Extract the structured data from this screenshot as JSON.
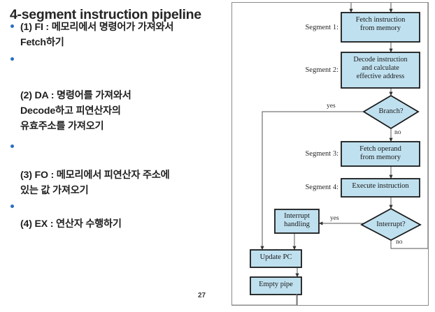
{
  "slide": {
    "title": "4-segment instruction pipeline",
    "page_number": "27",
    "accent_color": "#2b6fc4",
    "bullets": [
      {
        "lines": [
          "(1) FI : 메모리에서 명령어가 가져와서",
          "Fetch하기"
        ]
      },
      {
        "lines": [
          "(2) DA : 명령어를 가져와서",
          "Decode하고 피연산자의",
          "유효주소를 가져오기"
        ]
      },
      {
        "lines": [
          "(3) FO : 메모리에서 피연산자 주소에",
          "있는 값 가져오기"
        ]
      },
      {
        "lines": [
          "(4) EX : 연산자 수행하기"
        ]
      }
    ]
  },
  "diagram": {
    "node_fill": "#bfe0ef",
    "node_stroke": "#222222",
    "frame_stroke": "#8b8b8b",
    "segment_labels": [
      {
        "text": "Segment 1:"
      },
      {
        "text": "Segment 2:"
      },
      {
        "text": "Segment 3:"
      },
      {
        "text": "Segment 4:"
      }
    ],
    "nodes": {
      "fetch_instruction": {
        "lines": [
          "Fetch instruction",
          "from memory"
        ]
      },
      "decode_instruction": {
        "lines": [
          "Decode instruction",
          "and calculate",
          "effective address"
        ]
      },
      "branch_decision": {
        "lines": [
          "Branch?"
        ]
      },
      "fetch_operand": {
        "lines": [
          "Fetch operand",
          "from memory"
        ]
      },
      "execute_instruction": {
        "lines": [
          "Execute instruction"
        ]
      },
      "interrupt_decision": {
        "lines": [
          "Interrupt?"
        ]
      },
      "interrupt_handling": {
        "lines": [
          "Interrupt",
          "handling"
        ]
      },
      "update_pc": {
        "lines": [
          "Update PC"
        ]
      },
      "empty_pipe": {
        "lines": [
          "Empty pipe"
        ]
      }
    },
    "edge_labels": {
      "branch_yes": "yes",
      "branch_no": "no",
      "interrupt_yes": "yes",
      "interrupt_no": "no"
    }
  }
}
